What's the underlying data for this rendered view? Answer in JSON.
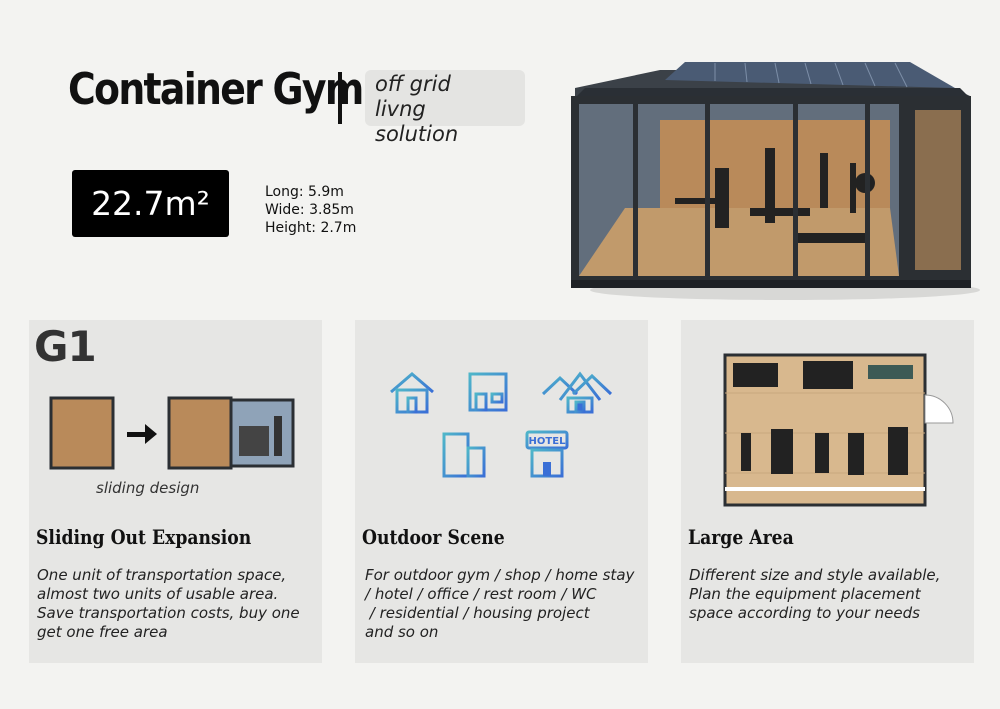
{
  "header": {
    "title": "Container Gym",
    "tagline_line1": "off grid",
    "tagline_line2": "livng solution"
  },
  "specs": {
    "area": "22.7m²",
    "long": "Long: 5.9m",
    "wide": "Wide: 3.85m",
    "height": "Height: 2.7m"
  },
  "cards": [
    {
      "badge": "G1",
      "caption": "sliding design",
      "heading": "Sliding Out Expansion",
      "body": [
        "One unit of transportation space,",
        "almost two units of usable area.",
        "Save transportation costs, buy one",
        "get one free area"
      ]
    },
    {
      "heading": "Outdoor Scene",
      "hotel_sign": "HOTEL",
      "body": [
        "For outdoor gym / shop / home stay",
        "/ hotel / office / rest room / WC",
        " / residential / housing project",
        "and so on"
      ]
    },
    {
      "heading": "Large Area",
      "body": [
        "Different size and style available,",
        "Plan the equipment placement",
        "space according to your needs"
      ]
    }
  ],
  "colors": {
    "icon_blue": "#3a8fd6",
    "icon_teal": "#4fb6c9",
    "wood": "#b98a5a",
    "frame": "#2b2f33"
  }
}
